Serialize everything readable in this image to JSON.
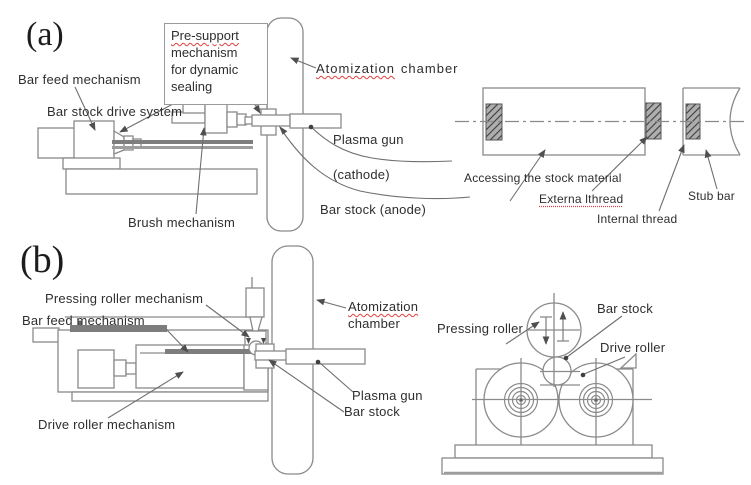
{
  "figure": {
    "title_note": "Plasma atomization bar-feed schematics",
    "colors": {
      "line": "#8a8a8a",
      "dark_line": "#555555",
      "text": "#2e2e2e",
      "spellcheck_red": "#e04040",
      "background": "#ffffff"
    },
    "panel_a": {
      "tag": "(a)",
      "labels": {
        "bar_feed": "Bar feed mechanism",
        "bar_stock_drive": "Bar stock drive system",
        "pre_support_line1": "Pre-support",
        "pre_support_line2": "mechanism",
        "pre_support_line3": "for dynamic",
        "pre_support_line4": "sealing",
        "brush": "Brush mechanism",
        "atomization": "Atomization",
        "chamber": "chamber",
        "plasma_gun": "Plasma gun",
        "cathode": "(cathode)",
        "bar_stock_anode": "Bar stock (anode)"
      },
      "detail": {
        "accessing": "Accessing the stock material",
        "external_thread": "Externa lthread",
        "internal_thread": "Internal thread",
        "stub_bar": "Stub bar"
      }
    },
    "panel_b": {
      "tag": "(b)",
      "labels": {
        "pressing_roller_mechanism": "Pressing roller mechanism",
        "bar_feed": "Bar feed mechanism",
        "drive_roller_mechanism": "Drive roller mechanism",
        "atomization": "Atomization",
        "chamber": "chamber",
        "plasma_gun": "Plasma gun",
        "bar_stock": "Bar stock"
      },
      "detail": {
        "pressing_roller": "Pressing roller",
        "bar_stock": "Bar stock",
        "drive_roller": "Drive roller"
      }
    }
  }
}
